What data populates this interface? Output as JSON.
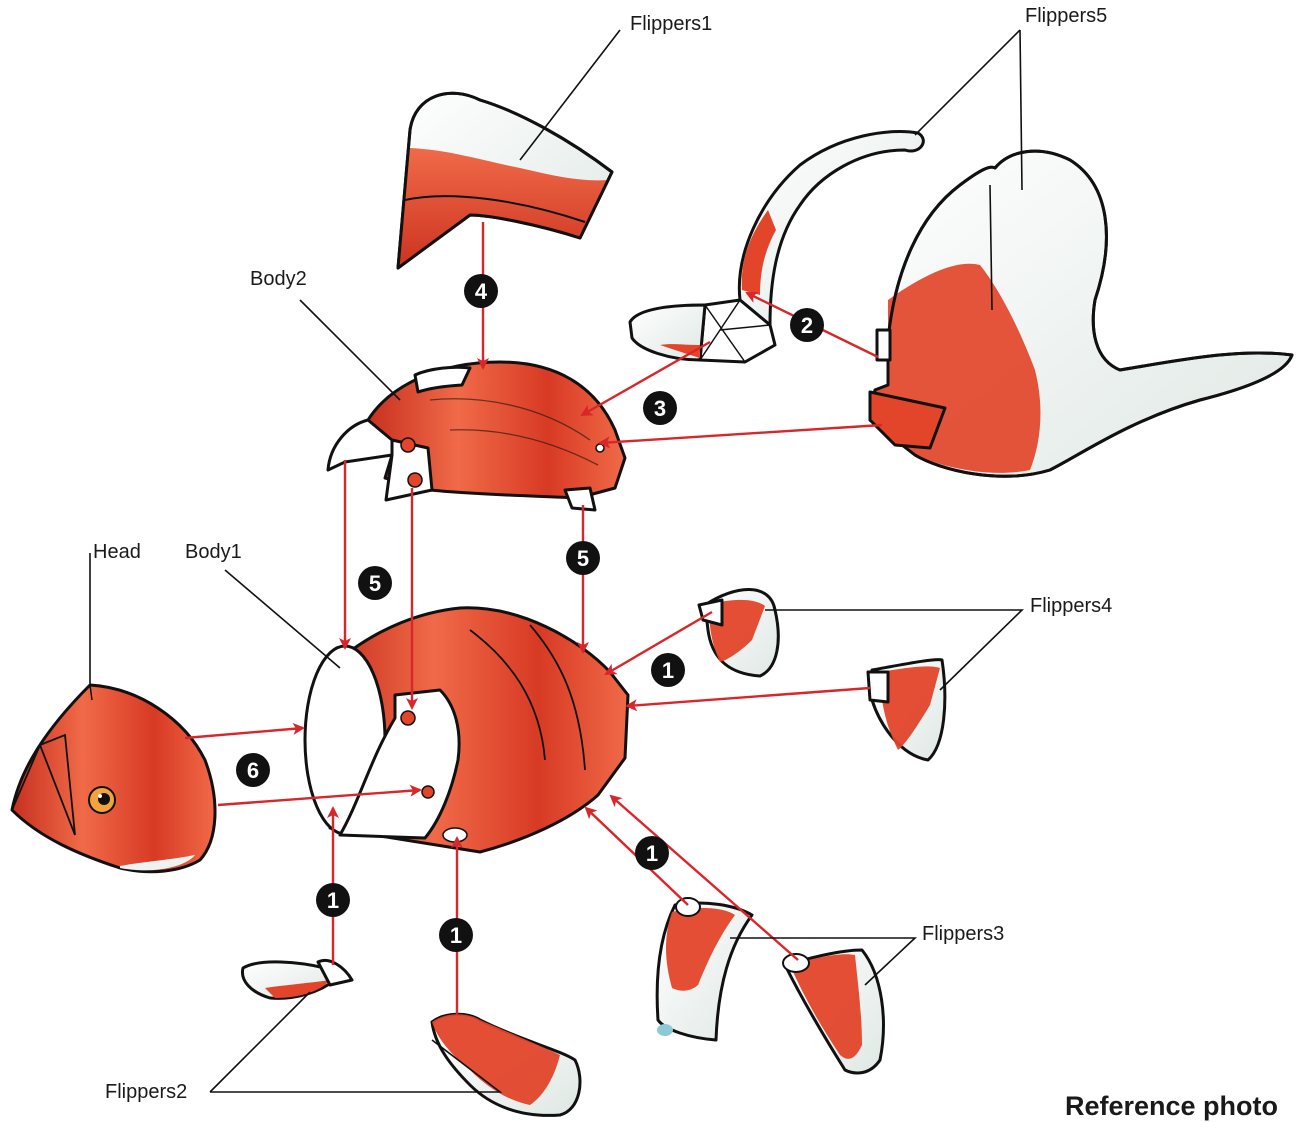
{
  "labels": {
    "flippers1": "Flippers1",
    "flippers2": "Flippers2",
    "flippers3": "Flippers3",
    "flippers4": "Flippers4",
    "flippers5": "Flippers5",
    "body1": "Body1",
    "body2": "Body2",
    "head": "Head"
  },
  "steps": {
    "s1": "1",
    "s2": "2",
    "s3": "3",
    "s4": "4",
    "s5": "5",
    "s6": "6"
  },
  "footer": {
    "reference": "Reference photo"
  },
  "colors": {
    "orange": "#e2452a",
    "orange_light": "#f06a48",
    "orange_dark": "#c8301f",
    "white_part": "#ffffff",
    "pale_fin": "#eef3f1",
    "arrow": "#d8262a",
    "outline": "#111111"
  }
}
